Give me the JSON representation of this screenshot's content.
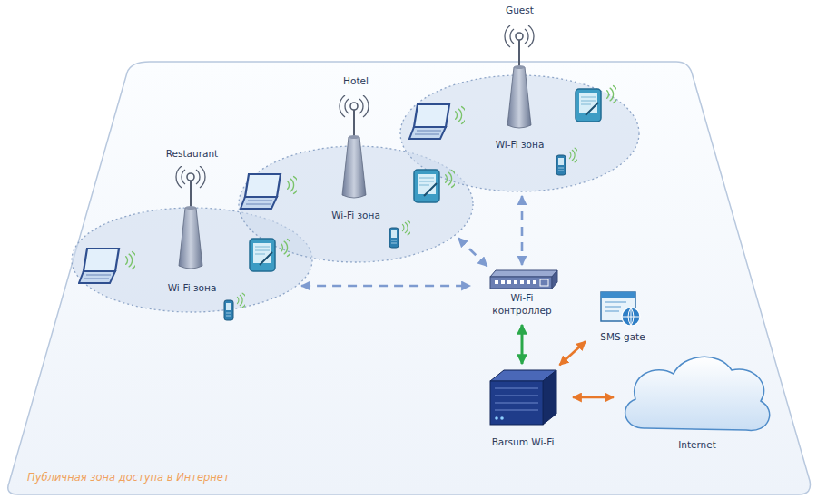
{
  "diagram": {
    "nodes": [
      {
        "text": [
          "Публичная зона доступа в Интернет"
        ]
      },
      {
        "text": [
          "Restaurant",
          "Wi-Fi зона"
        ],
        "in": 0
      },
      {
        "text": [
          "Hotel",
          "Wi-Fi зона"
        ],
        "in": 0
      },
      {
        "text": [
          "Guest",
          "Wi-Fi зона"
        ],
        "in": 0
      },
      {
        "text": [
          "Wi-Fi контроллер"
        ],
        "in": 0
      },
      {
        "text": [
          "SMS gate"
        ],
        "in": 0
      },
      {
        "text": [
          "Barsum Wi-Fi"
        ],
        "in": 0
      },
      {
        "text": [
          "Internet"
        ],
        "in": 0
      }
    ],
    "edges": [
      {
        "from": 1,
        "to": 4,
        "arrow": "both"
      },
      {
        "from": 2,
        "to": 4,
        "arrow": "both"
      },
      {
        "from": 3,
        "to": 4,
        "arrow": "both"
      },
      {
        "from": 4,
        "to": 6,
        "arrow": "both"
      },
      {
        "from": 6,
        "to": 5,
        "arrow": "both"
      },
      {
        "from": 6,
        "to": 7,
        "arrow": "both"
      }
    ]
  }
}
